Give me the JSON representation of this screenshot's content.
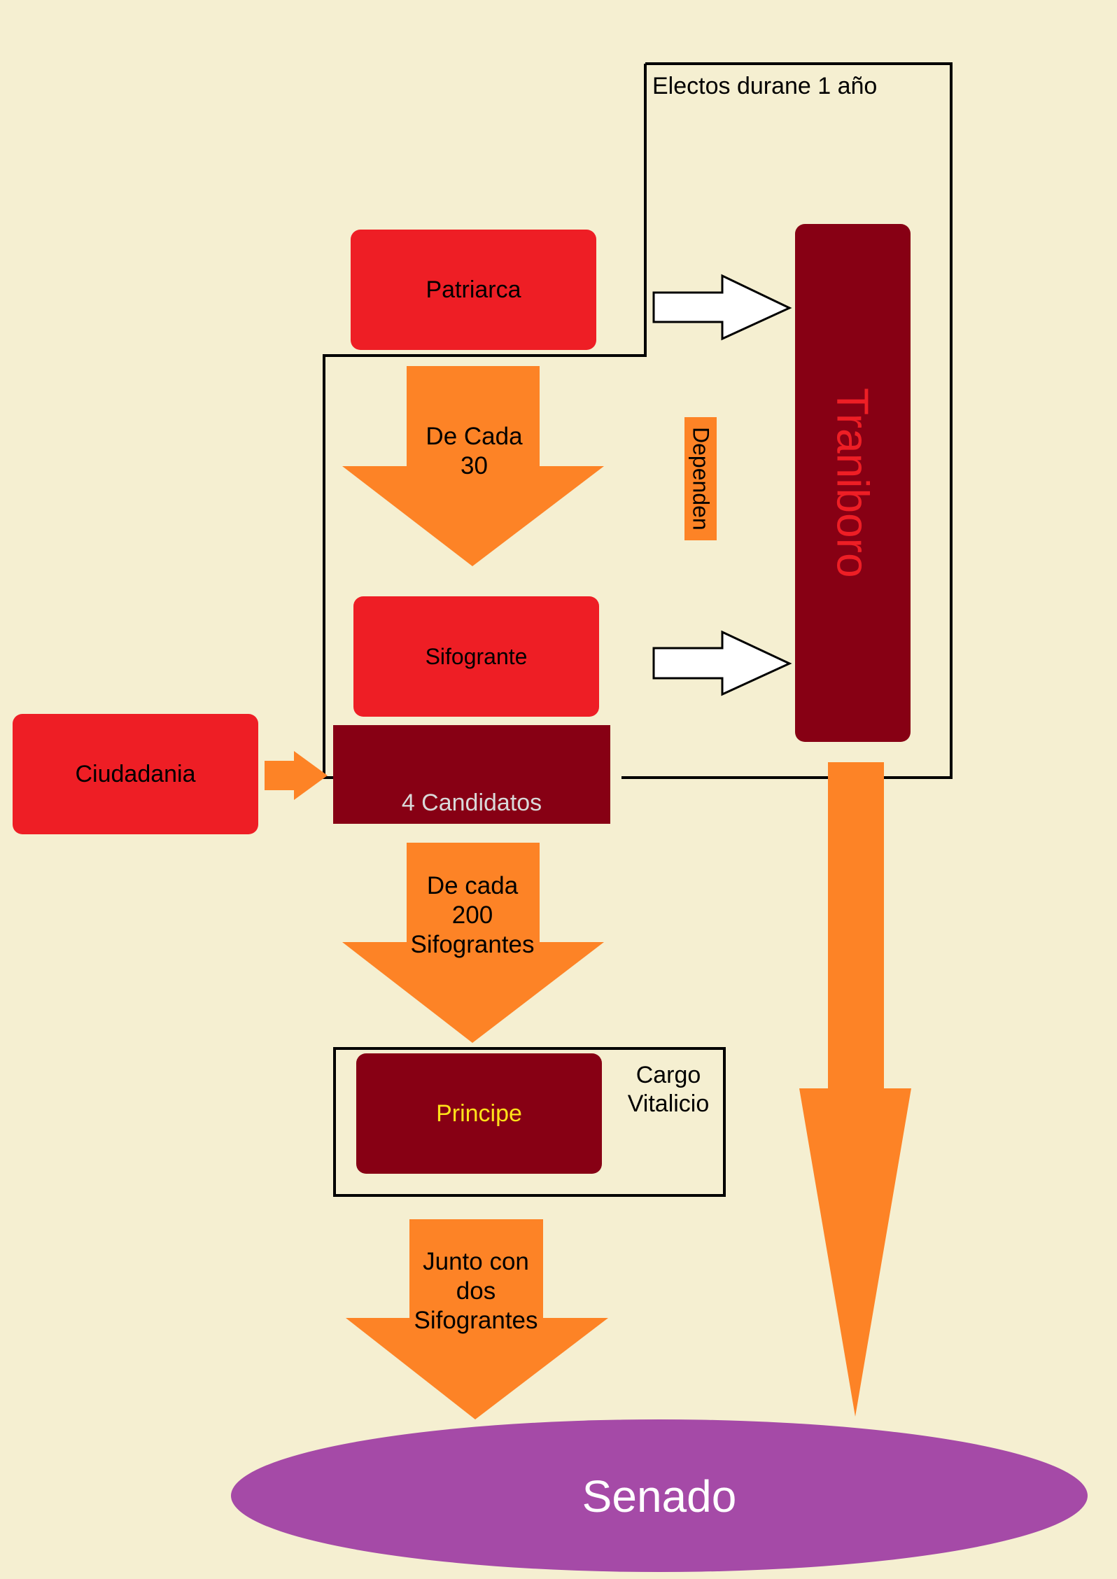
{
  "colors": {
    "background": "#f5efd1",
    "red": "#ee1e25",
    "maroon": "#870014",
    "orange": "#fd8326",
    "purple": "#a54aa7",
    "princeText": "#ffe21a"
  },
  "nodes": {
    "patriarca": "Patriarca",
    "sifogrante": "Sifogrante",
    "ciudadania": "Ciudadania",
    "candidatos": "4 Candidatos",
    "principe": "Principe",
    "traniboro": "Traniboro",
    "senado": "Senado"
  },
  "labels": {
    "electos": "Electos durane 1 año",
    "dependen": "Dependen",
    "cargo": "Cargo\nVitalicio",
    "deCada30": "De Cada\n30",
    "deCada200": "De cada\n200\nSifograntes",
    "juntoCon": "Junto con\ndos\nSifograntes"
  },
  "icons": {
    "candidate": "person-silhouette-icon",
    "count": 4
  }
}
